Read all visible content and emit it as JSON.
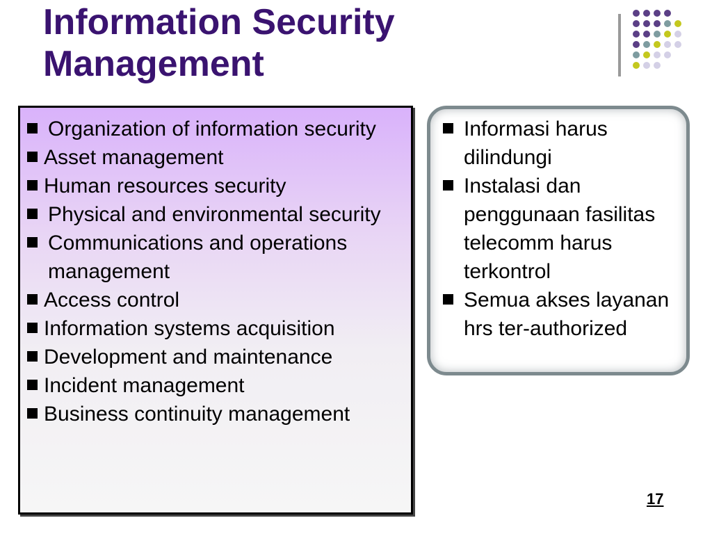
{
  "title": {
    "line1": "Information Security",
    "line2": "Management"
  },
  "left_list": [
    {
      "text": "Organization of information security"
    },
    {
      "text": "Asset management"
    },
    {
      "text": "Human resources security"
    },
    {
      "text": "Physical and environmental security"
    },
    {
      "text": "Communications and operations management"
    },
    {
      "text": "Access control"
    },
    {
      "text": "Information systems acquisition"
    },
    {
      "text": "Development and maintenance"
    },
    {
      "text": "Incident management"
    },
    {
      "text": "Business continuity management"
    }
  ],
  "right_list": [
    {
      "text": "Informasi harus dilindungi"
    },
    {
      "text": "Instalasi dan penggunaan fasilitas telecomm harus terkontrol"
    },
    {
      "text": "Semua akses layanan hrs ter-authorized"
    }
  ],
  "page_number": "17",
  "colors": {
    "title": "#3a1370",
    "dot_purple": "#5b3f86",
    "dot_teal": "#7e9ca0",
    "dot_yellow": "#c4c81e",
    "dot_lavender": "#d4d0e6"
  }
}
